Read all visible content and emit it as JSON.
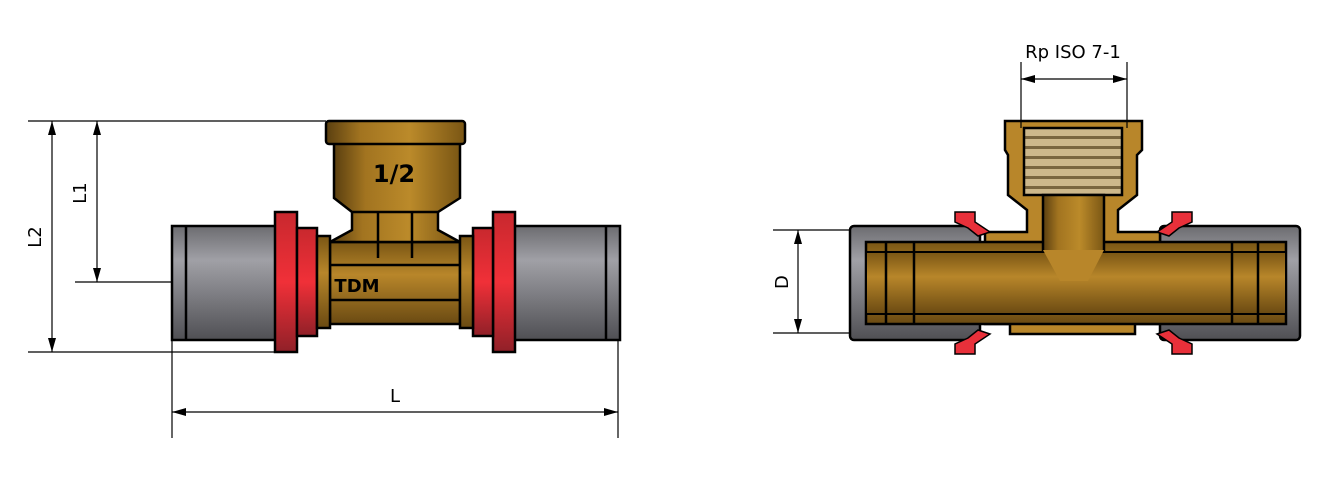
{
  "side_view": {
    "size_marking": "1/2",
    "brand_marking": "TDM",
    "dimensions": {
      "length": "L",
      "height_1": "L1",
      "height_2": "L2"
    }
  },
  "section_view": {
    "thread_standard": "Rp ISO 7-1",
    "dimensions": {
      "diameter": "D"
    }
  },
  "colors": {
    "brass": "#b8862a",
    "press_ring": "#e8303a",
    "pipe": "#8c8c90",
    "thread": "#d8c8a0"
  }
}
